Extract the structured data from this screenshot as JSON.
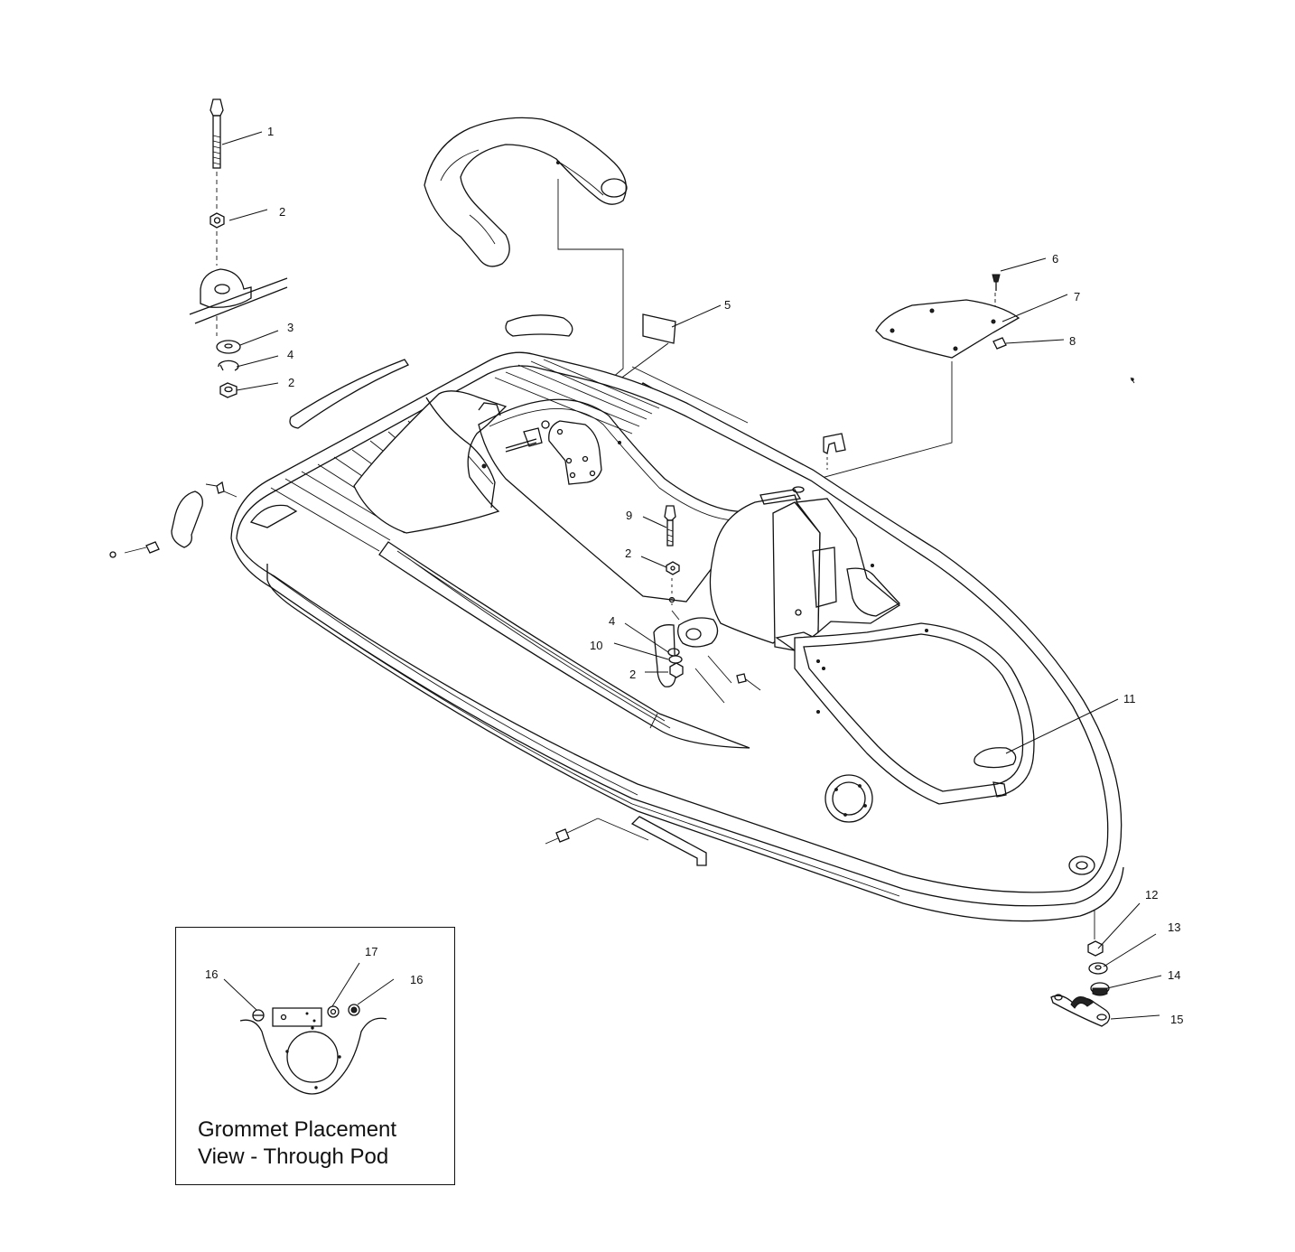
{
  "callouts": {
    "c1": "1",
    "c2a": "2",
    "c3": "3",
    "c4a": "4",
    "c2b": "2",
    "c5": "5",
    "c6": "6",
    "c7": "7",
    "c8": "8",
    "c9": "9",
    "c2c": "2",
    "c4b": "4",
    "c10": "10",
    "c2d": "2",
    "c11": "11",
    "c12": "12",
    "c13": "13",
    "c14": "14",
    "c15": "15",
    "c16a": "16",
    "c17": "17",
    "c16b": "16"
  },
  "inset": {
    "title_line1": "Grommet Placement",
    "title_line2": "View - Through Pod"
  }
}
